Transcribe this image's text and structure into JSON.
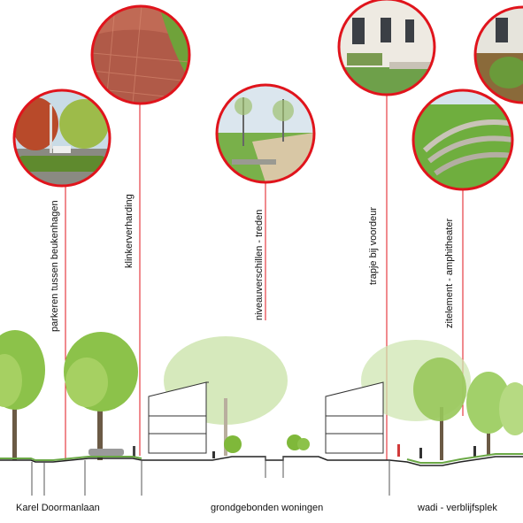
{
  "callouts": [
    {
      "label": "parkeren tussen beukenhagen",
      "photo": "parking-between-beech-hedges-photo"
    },
    {
      "label": "klinkerverharding",
      "photo": "brick-paving-photo"
    },
    {
      "label": "niveauverschillen - treden",
      "photo": "level-differences-steps-photo"
    },
    {
      "label": "trapje bij voordeur",
      "photo": "front-door-steps-photo"
    },
    {
      "label": "zitelement - amphitheater",
      "photo": "seating-amphitheater-photo"
    }
  ],
  "bottom_labels": {
    "left": "Karel Doormanlaan",
    "center": "grondgebonden woningen",
    "right": "wadi - verblijfsplek"
  },
  "colors": {
    "callout_red": "#e0141c",
    "tree_green": "#7fb83a",
    "grass_green": "#6aa845",
    "ground_line": "#222222"
  }
}
